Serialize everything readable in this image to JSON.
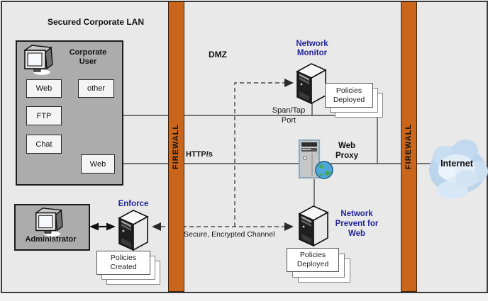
{
  "colors": {
    "firewall_orange": "#c9661c",
    "label_blue": "#26269b",
    "lan_gray": "#acacac",
    "background": "#e9e9e9",
    "wire_gray": "#4a4a4a",
    "cloud_blue": "#bcd4ec"
  },
  "lan": {
    "title": "Secured Corporate LAN",
    "user_label": "Corporate User",
    "boxes": {
      "web": "Web",
      "other": "other",
      "ftp": "FTP",
      "chat": "Chat",
      "web_bottom": "Web"
    }
  },
  "admin": {
    "label": "Administrator"
  },
  "enforce": {
    "label": "Enforce",
    "papers": "Policies Created"
  },
  "dmz": {
    "label": "DMZ"
  },
  "firewalls": {
    "left": "FIREWALL",
    "right": "FIREWALL"
  },
  "monitor": {
    "label": "Network Monitor",
    "papers": "Policies Deployed"
  },
  "proxy": {
    "label": "Web Proxy"
  },
  "prevent": {
    "label": "Network Prevent for Web",
    "papers": "Policies Deployed"
  },
  "internet": {
    "label": "Internet"
  },
  "links": {
    "https": "HTTP/s",
    "span_tap": "Span/Tap Port",
    "secure_channel": "Secure, Encrypted Channel"
  }
}
